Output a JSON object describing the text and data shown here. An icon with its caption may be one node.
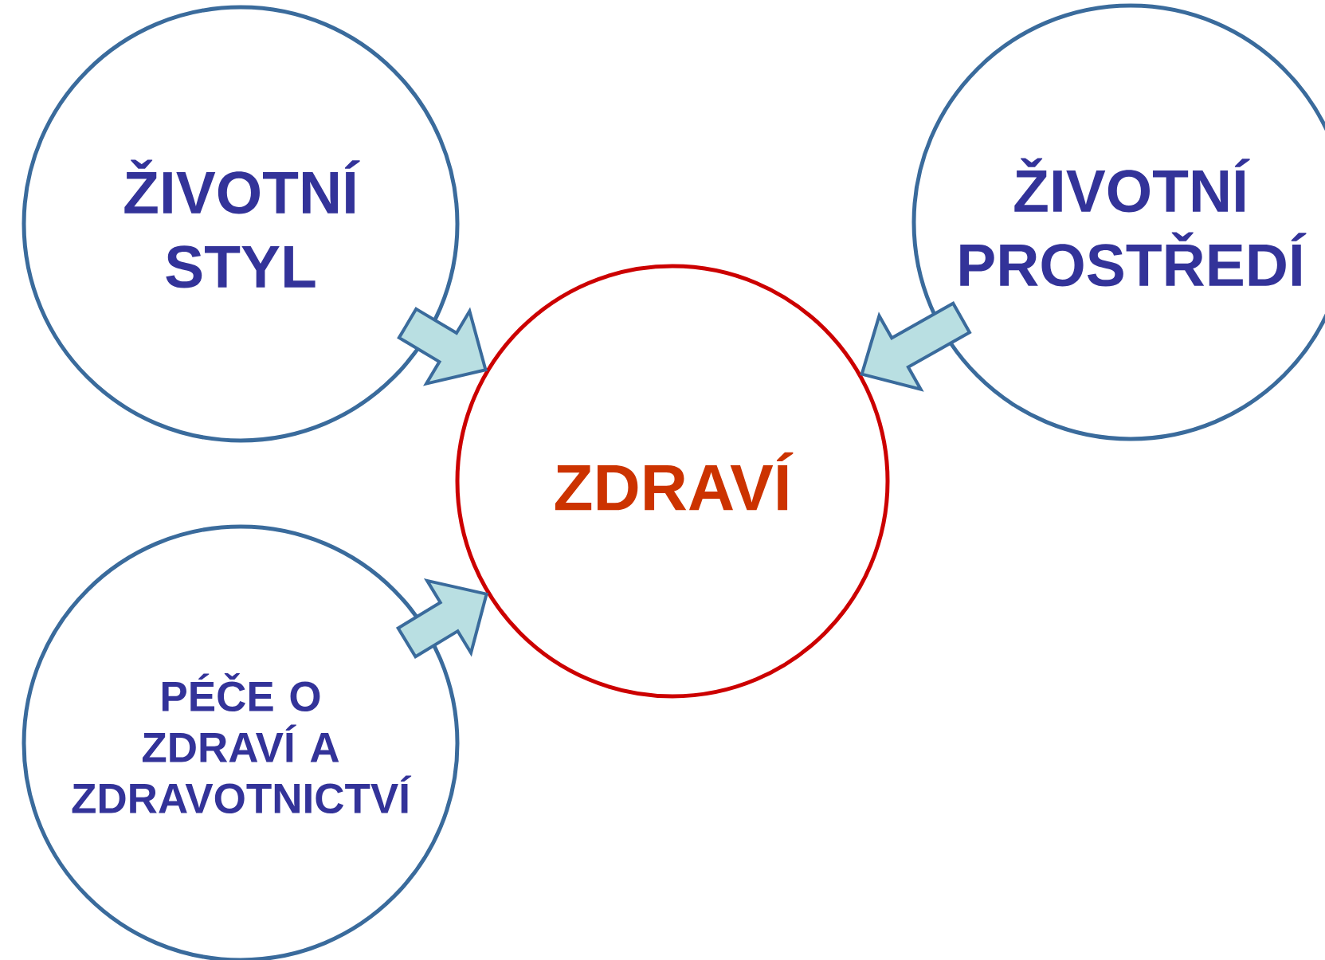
{
  "diagram": {
    "nodes": [
      {
        "text": [
          "ŽIVOTNÍ STYL"
        ]
      },
      {
        "text": [
          "ŽIVOTNÍ PROSTŘEDÍ"
        ]
      },
      {
        "text": [
          "ZDRAVÍ"
        ]
      },
      {
        "text": [
          "PÉČE O ZDRAVÍ A ZDRAVOTNICTVÍ"
        ]
      }
    ],
    "edges": [
      {
        "from": 0,
        "to": 2,
        "arrow": "to"
      },
      {
        "from": 1,
        "to": 2,
        "arrow": "to"
      },
      {
        "from": 3,
        "to": 2,
        "arrow": "to"
      }
    ]
  }
}
